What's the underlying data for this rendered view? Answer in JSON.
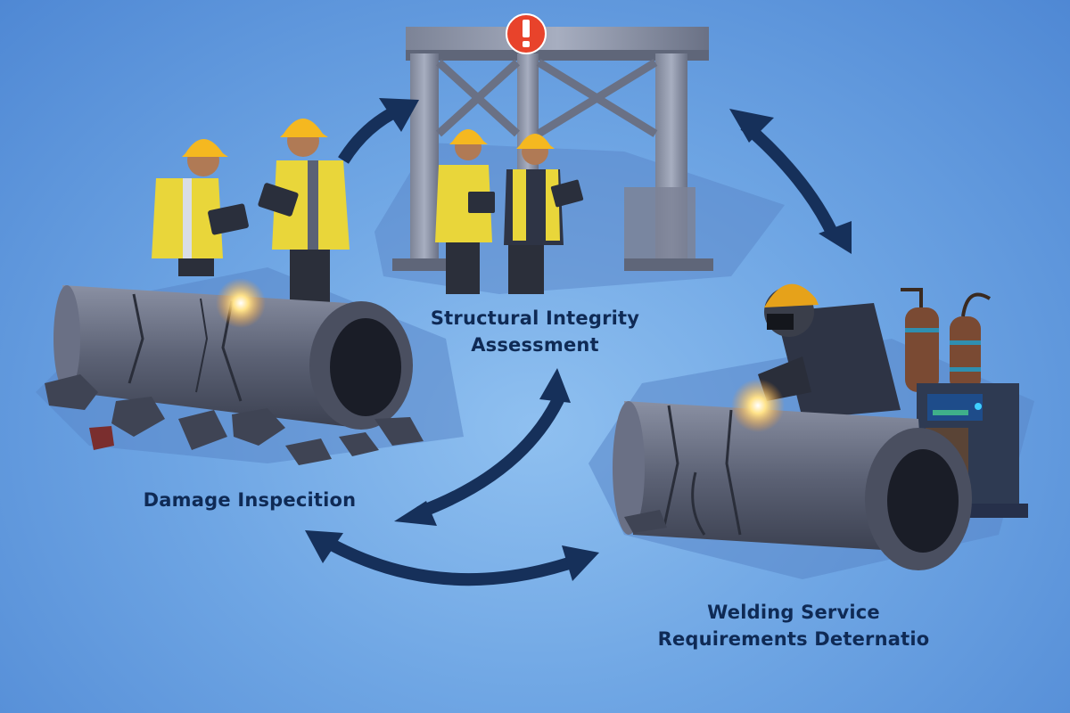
{
  "diagram": {
    "type": "cyclical-process",
    "colors": {
      "background": "#6fa6e4",
      "arrow": "#16305a",
      "label_text": "#0f2a55",
      "hard_hat": "#f5b820",
      "vest": "#e9d63a",
      "pipe": "#5c6275",
      "warning_badge": "#e8432b",
      "spark": "#ffd46a",
      "gas_cylinder": "#7a4a33"
    },
    "stages": [
      {
        "id": "damage",
        "label_lines": [
          "Damage Inspecition"
        ],
        "scene": "Two workers in hard hats and high-visibility vests with tablets inspecting a cracked pipe surrounded by rubble"
      },
      {
        "id": "structural",
        "label_lines": [
          "Structural Integrity",
          "Assessment"
        ],
        "scene": "Two workers with tablets under a steel frame structure with a red warning badge",
        "badge_icon": "!"
      },
      {
        "id": "welding",
        "label_lines": [
          "Welding Service",
          "Requirements Deternatio"
        ],
        "scene": "Welder with mask welding a cracked pipe next to gas cylinders and welding machine"
      }
    ],
    "arrows": [
      {
        "from": "damage",
        "to": "structural",
        "style": "single-head curved"
      },
      {
        "from": "structural",
        "to": "welding",
        "style": "double-head curved"
      },
      {
        "from": "welding",
        "to": "structural",
        "style": "double-head curved",
        "position": "center"
      },
      {
        "from": "damage",
        "to": "welding",
        "style": "double-head curved",
        "position": "bottom"
      }
    ]
  }
}
